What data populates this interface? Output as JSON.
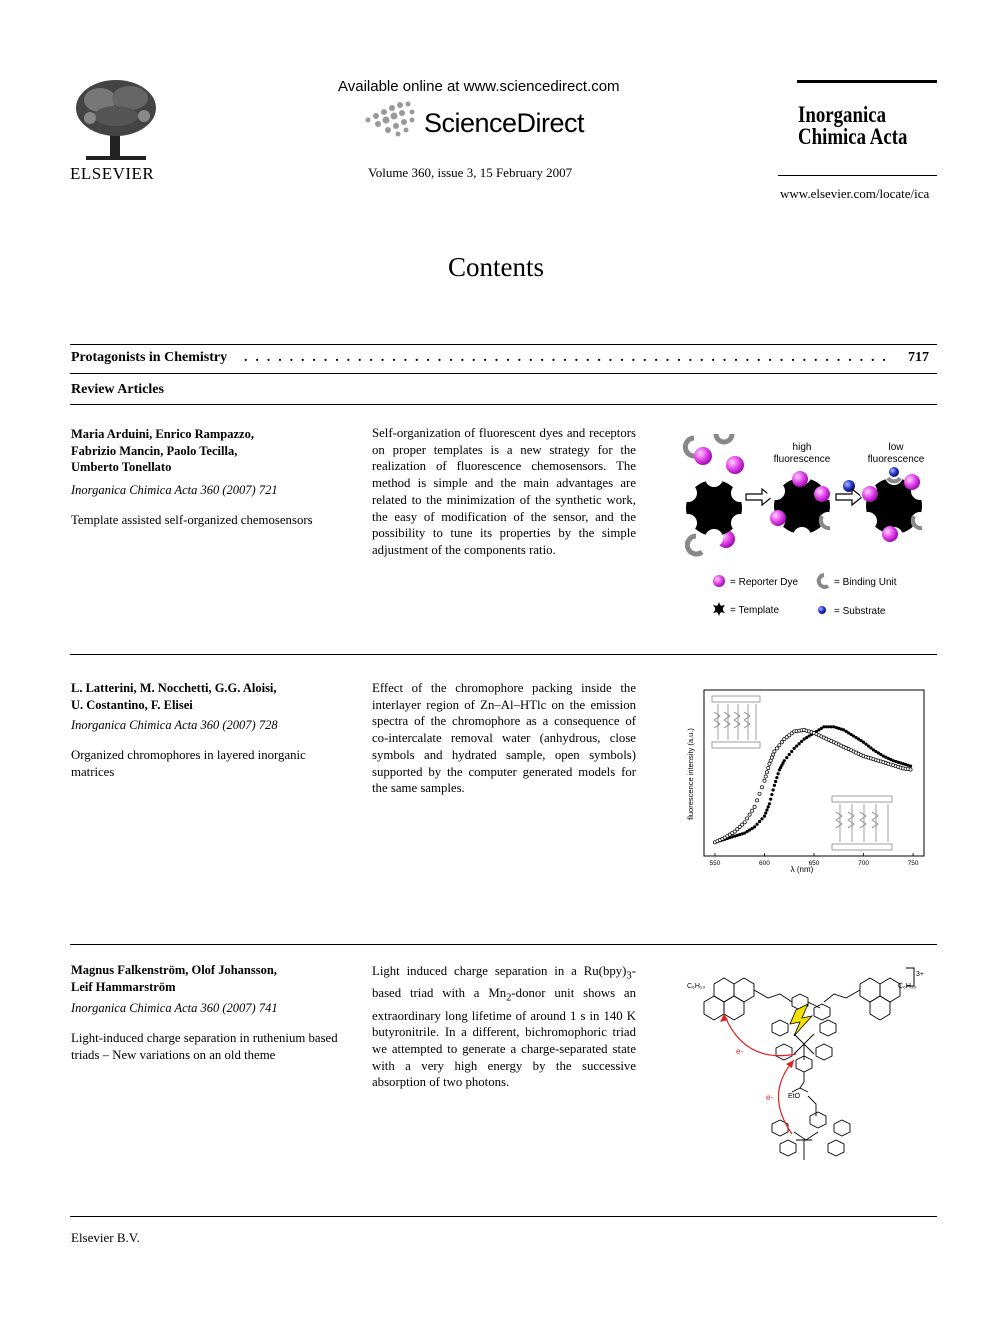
{
  "header": {
    "publisher": "ELSEVIER",
    "available_online": "Available online at www.sciencedirect.com",
    "sciencedirect": "ScienceDirect",
    "volume": "Volume 360, issue 3, 15 February 2007",
    "journal_title_line1": "Inorganica",
    "journal_title_line2": "Chimica Acta",
    "journal_url": "www.elsevier.com/locate/ica"
  },
  "page_title": "Contents",
  "sections": {
    "protagonists": {
      "label": "Protagonists in Chemistry",
      "dots": ". . . . . . . . . . . . . . . . . . . . . . . . . . . . . . . . . . . . . . . . . . . . . . . . . . . . . . . . . . . . . . . . . . . . . . . . . .",
      "page": "717"
    },
    "review": {
      "label": "Review Articles"
    }
  },
  "articles": [
    {
      "authors": [
        "Maria Arduini, Enrico Rampazzo,",
        "Fabrizio Mancin, Paolo Tecilla,",
        "Umberto Tonellato"
      ],
      "citation": "Inorganica Chimica Acta 360 (2007) 721",
      "title": "Template assisted self-organized chemosensors",
      "abstract": "Self-organization of fluorescent dyes and receptors on proper templates is a new strategy for the realization of fluorescence chemosensors. The method is simple and the main advantages are related to the minimization of the synthetic work, the easy of modification of the sensor, and the possibility to tune its properties by the simple adjustment of the components ratio.",
      "figure": {
        "label_high": [
          "high",
          "fluorescence"
        ],
        "label_low": [
          "low",
          "fluorescence"
        ],
        "legend": {
          "reporter": "= Reporter Dye",
          "binding": "= Binding Unit",
          "template": "= Template",
          "substrate": "= Substrate"
        },
        "colors": {
          "reporter": "#e040e8",
          "substrate": "#2233cc",
          "binding": "#888888"
        }
      }
    },
    {
      "authors": [
        "L. Latterini, M. Nocchetti, G.G. Aloisi,",
        "U. Costantino, F. Elisei"
      ],
      "citation": "Inorganica Chimica Acta 360 (2007) 728",
      "title": "Organized chromophores in layered inorganic matrices",
      "abstract": "Effect of the chromophore packing inside the interlayer region of Zn–Al–HTlc on the emission spectra of the chromophore as a consequence of co-intercalate removal water (anhydrous, close symbols and hydrated sample, open symbols) supported by the computer generated models for the same samples.",
      "chart_data": {
        "type": "scatter",
        "xlabel": "λ (nm)",
        "ylabel": "fluorescence intensity (a.u.)",
        "x_ticks": [
          "550",
          "600",
          "650",
          "700",
          "750"
        ],
        "xlim": [
          545,
          755
        ],
        "ylim": [
          0,
          1
        ],
        "series": [
          {
            "marker": "closed",
            "x": [
              550,
              560,
              570,
              580,
              590,
              600,
              605,
              610,
              615,
              620,
              630,
              640,
              650,
              660,
              670,
              680,
              690,
              700,
              710,
              720,
              730,
              740,
              750
            ],
            "y": [
              0.05,
              0.07,
              0.09,
              0.11,
              0.15,
              0.22,
              0.3,
              0.42,
              0.52,
              0.58,
              0.66,
              0.72,
              0.76,
              0.8,
              0.8,
              0.78,
              0.74,
              0.7,
              0.65,
              0.61,
              0.58,
              0.56,
              0.54
            ]
          },
          {
            "marker": "open",
            "x": [
              550,
              560,
              570,
              580,
              590,
              600,
              605,
              610,
              620,
              630,
              640,
              650,
              660,
              670,
              680,
              690,
              700,
              710,
              720,
              730,
              740,
              750
            ],
            "y": [
              0.05,
              0.08,
              0.12,
              0.18,
              0.28,
              0.45,
              0.56,
              0.64,
              0.72,
              0.77,
              0.78,
              0.76,
              0.73,
              0.7,
              0.67,
              0.64,
              0.61,
              0.59,
              0.57,
              0.55,
              0.53,
              0.52
            ]
          }
        ]
      }
    },
    {
      "authors": [
        "Magnus Falkenström, Olof Johansson,",
        "Leif Hammarström"
      ],
      "citation": "Inorganica Chimica Acta 360 (2007) 741",
      "title": "Light-induced charge separation in ruthenium based triads – New variations on an old theme",
      "abstract_html": "Light induced charge separation in a Ru(bpy)<sub>3</sub>-based triad with a Mn<sub>2</sub>-donor unit shows an extraordinary long lifetime of around 1 s in 140 K butyronitrile. In a different, bichromophoric triad we attempted to generate a charge-separated state with a very high energy by the successive absorption of two photons.",
      "figure": {
        "charge": "3+",
        "electron": "e-",
        "ester": "EtO",
        "alkyl_left": "C₆H₁₃",
        "alkyl_right": "C₆H₁₃",
        "colors": {
          "arrow": "#dd2222",
          "lightning": "#f2e000"
        }
      }
    }
  ],
  "footer": "Elsevier B.V."
}
